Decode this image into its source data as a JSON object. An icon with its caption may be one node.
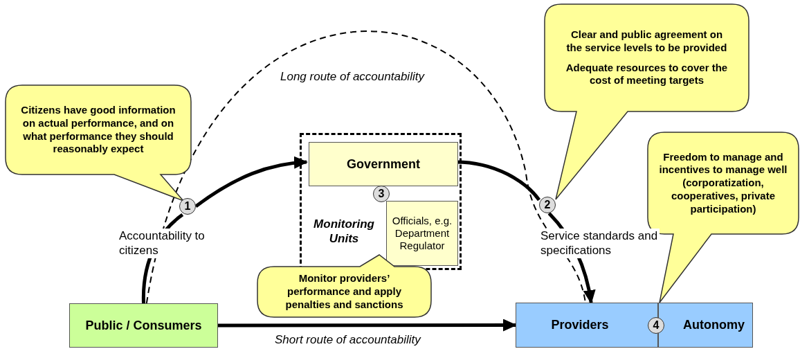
{
  "diagram": {
    "nodes": [
      {
        "text": [
          "Public / Consumers"
        ]
      },
      {
        "text": [
          "Monitoring Units"
        ]
      },
      {
        "text": [
          "Government"
        ],
        "in": 1
      },
      {
        "text": [
          "Officials, e.g. Department Regulator"
        ],
        "in": 1
      },
      {
        "text": [
          "Providers"
        ]
      },
      {
        "text": [
          "Autonomy"
        ]
      },
      {
        "text": [
          "Citizens have good information on actual performance, and on what performance they should reasonably expect"
        ]
      },
      {
        "text": [
          "Clear and public agreement on the service levels to be provided",
          "Adequate resources to cover the cost of meeting  targets"
        ]
      },
      {
        "text": [
          "Freedom to manage and incentives to manage well (corporatization, cooperatives, private participation)"
        ]
      },
      {
        "text": [
          "Monitor providers’ performance and apply penalties and sanctions"
        ]
      },
      {
        "text": [
          "1"
        ]
      },
      {
        "text": [
          "2"
        ]
      },
      {
        "text": [
          "3"
        ],
        "in": 1
      },
      {
        "text": [
          "4"
        ]
      }
    ],
    "edges": [
      {
        "from": 0,
        "to": 10,
        "arrow": "none",
        "label": "Accountability to citizens"
      },
      {
        "from": 10,
        "to": 2,
        "arrow": "to"
      },
      {
        "from": 2,
        "to": 11,
        "arrow": "none"
      },
      {
        "from": 11,
        "to": 4,
        "arrow": "to",
        "label": "Service standards and specifications"
      },
      {
        "from": 0,
        "to": 4,
        "arrow": "to",
        "label": "Short route of accountability"
      },
      {
        "from": 0,
        "to": 4,
        "arrow": "none",
        "label": "Long route of accountability",
        "style": "dashed"
      }
    ]
  }
}
